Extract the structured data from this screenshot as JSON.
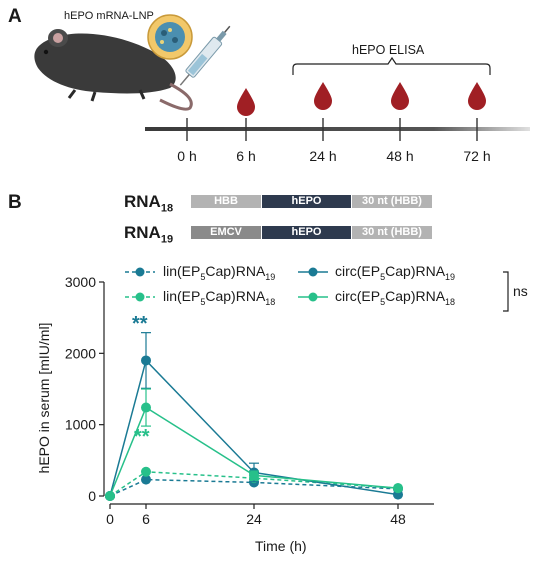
{
  "panel_a": {
    "letter": "A",
    "mouse_label": "hEPO mRNA-LNP",
    "elisa_label": "hEPO ELISA",
    "timepoints": [
      "0 h",
      "6 h",
      "24 h",
      "48 h",
      "72 h"
    ]
  },
  "panel_b": {
    "letter": "B",
    "constructs": [
      {
        "name_main": "RNA",
        "name_sub": "18",
        "segments": [
          "HBB",
          "hEPO",
          "30 nt (HBB)"
        ]
      },
      {
        "name_main": "RNA",
        "name_sub": "19",
        "segments": [
          "EMCV",
          "hEPO",
          "30 nt (HBB)"
        ]
      }
    ],
    "bracket_label": "ns",
    "significance": [
      {
        "text": "**",
        "color": "#1a7a94"
      },
      {
        "text": "**",
        "color": "#27c08a"
      }
    ]
  },
  "colors": {
    "teal": "#1a7a94",
    "green": "#27c08a",
    "segment_gray": "#b3b3b3",
    "segment_dark_gray": "#8a8a8a",
    "segment_navy": "#2e3a4e",
    "blood": "#a01f24"
  },
  "chart_data": {
    "type": "line",
    "xlabel": "Time (h)",
    "ylabel": "hEPO in serum [mIU/ml]",
    "x_ticks": [
      0,
      6,
      24,
      48
    ],
    "y_ticks": [
      0,
      1000,
      2000,
      3000
    ],
    "xlim": [
      0,
      54
    ],
    "ylim": [
      0,
      3000
    ],
    "x": [
      0,
      6,
      24,
      48
    ],
    "series": [
      {
        "name_main": "lin(EP",
        "name_sub1": "5",
        "name_mid": "Cap)RNA",
        "name_sub2": "19",
        "values": [
          0,
          230,
          190,
          100
        ],
        "err": [
          0,
          0,
          0,
          0
        ],
        "style": "dashed",
        "color": "#1a7a94"
      },
      {
        "name_main": "lin(EP",
        "name_sub1": "5",
        "name_mid": "Cap)RNA",
        "name_sub2": "18",
        "values": [
          0,
          340,
          250,
          110
        ],
        "err": [
          0,
          0,
          0,
          0
        ],
        "style": "dashed",
        "color": "#27c08a"
      },
      {
        "name_main": "circ(EP",
        "name_sub1": "5",
        "name_mid": "Cap)RNA",
        "name_sub2": "19",
        "values": [
          0,
          1900,
          330,
          20
        ],
        "err": [
          0,
          390,
          130,
          0
        ],
        "style": "solid",
        "color": "#1a7a94"
      },
      {
        "name_main": "circ(EP",
        "name_sub1": "5",
        "name_mid": "Cap)RNA",
        "name_sub2": "18",
        "values": [
          0,
          1240,
          290,
          110
        ],
        "err": [
          0,
          260,
          60,
          0
        ],
        "style": "solid",
        "color": "#27c08a"
      }
    ]
  }
}
